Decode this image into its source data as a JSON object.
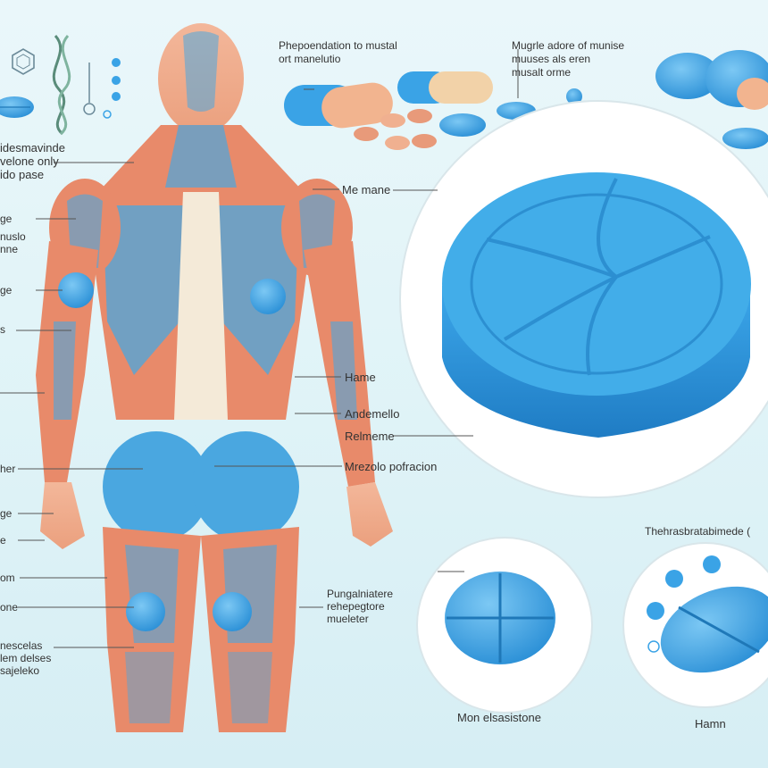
{
  "colors": {
    "background": "#e3f5f8",
    "muscle": "#e88a6a",
    "muscle_blue": "#4aa7e0",
    "pill_blue": "#3aa3e6",
    "pill_peach": "#f2b48f"
  },
  "labels": {
    "top_center": "Phepoendation to mustal\nort manelutio",
    "top_right": "Mugrle adore of munise\nmuuses als eren\nmusalt orme",
    "left_1": "idesmavinde\nvelone only\nido pase",
    "left_2": "ge",
    "left_3": "nuslo\nnne",
    "left_4": "ge",
    "left_5": "s",
    "left_6": "her",
    "left_7": "ge",
    "left_8": "e",
    "left_9": "om",
    "left_10": "one",
    "left_11": "nescelas\nlem delses\nsajeleko",
    "mid_1": "Me mane",
    "mid_2": "Hame",
    "mid_3": "Andemello",
    "mid_4": "Relmeme",
    "mid_5": "Mrezolo pofracion",
    "mid_6": "Pungalniatere\nrehepegtore\nmueleter",
    "bottom_center": "Mon elsasistone",
    "bottom_right_title": "Thehrasbratabimede (",
    "bottom_right": "Hamn"
  }
}
